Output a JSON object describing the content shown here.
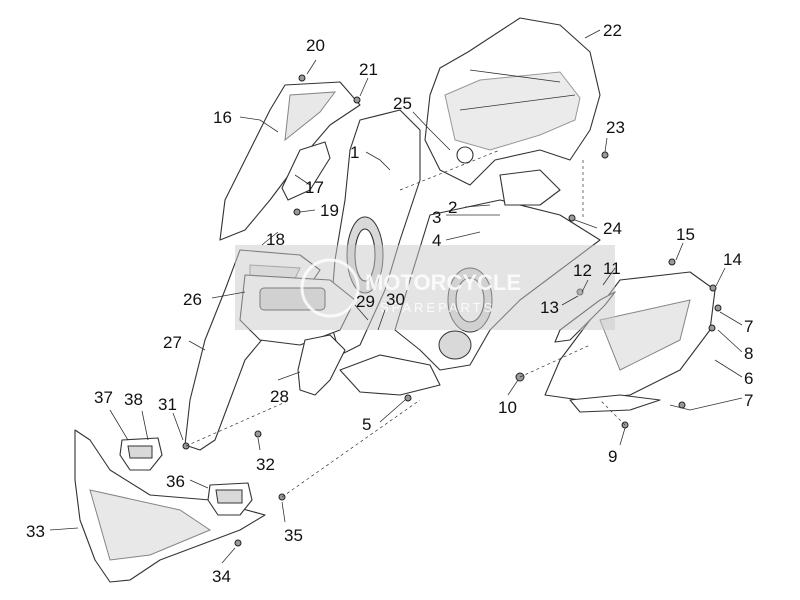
{
  "watermark": {
    "line1": "MOTORCYCLE",
    "line2": "SPAREPARTS",
    "color": "#c9c9c9"
  },
  "callouts": [
    "1",
    "2",
    "3",
    "4",
    "5",
    "6",
    "7",
    "7",
    "8",
    "9",
    "10",
    "11",
    "12",
    "13",
    "14",
    "15",
    "16",
    "17",
    "18",
    "19",
    "20",
    "21",
    "22",
    "23",
    "24",
    "25",
    "26",
    "27",
    "28",
    "29",
    "30",
    "31",
    "32",
    "33",
    "34",
    "35",
    "36",
    "37",
    "38"
  ],
  "colors": {
    "line": "#333333",
    "panel_fill": "#ffffff",
    "shade": "#d9d9d9"
  }
}
